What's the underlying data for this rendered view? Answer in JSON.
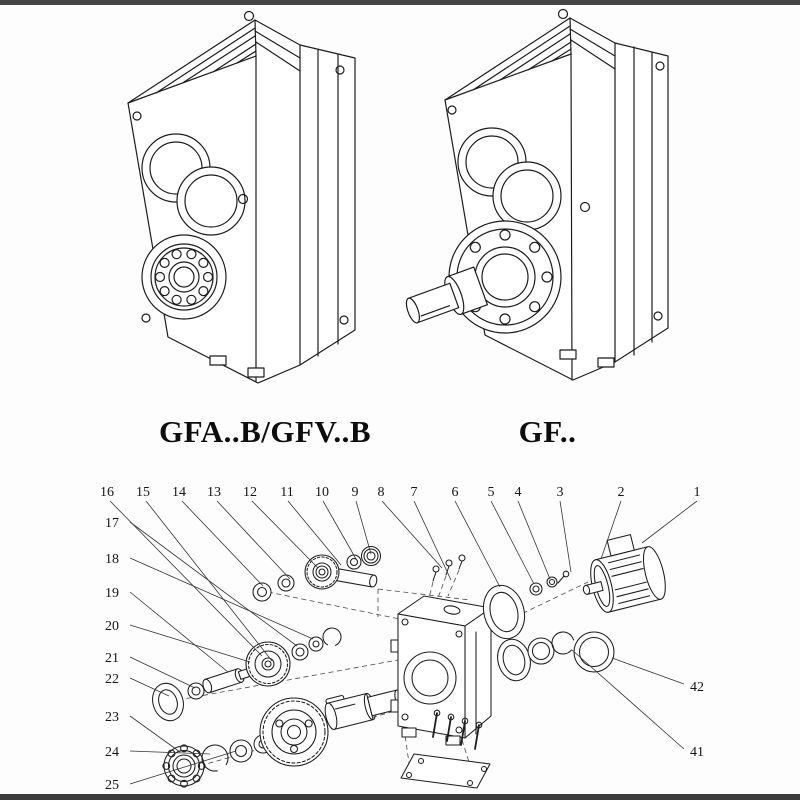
{
  "colors": {
    "page_bg": "#fdfdfd",
    "line": "#1c1c1c",
    "edge_bar": "#454545"
  },
  "products": {
    "left": {
      "label": "GFA..B/GFV..B"
    },
    "right": {
      "label": "GF.."
    }
  },
  "exploded": {
    "top_numbers": [
      "16",
      "15",
      "14",
      "13",
      "12",
      "11",
      "10",
      "9",
      "8",
      "7",
      "6",
      "5",
      "4",
      "3",
      "2",
      "1"
    ],
    "left_numbers": [
      "17",
      "18",
      "19",
      "20",
      "21",
      "22",
      "23",
      "24",
      "25"
    ],
    "right_numbers": [
      "42",
      "41"
    ]
  }
}
